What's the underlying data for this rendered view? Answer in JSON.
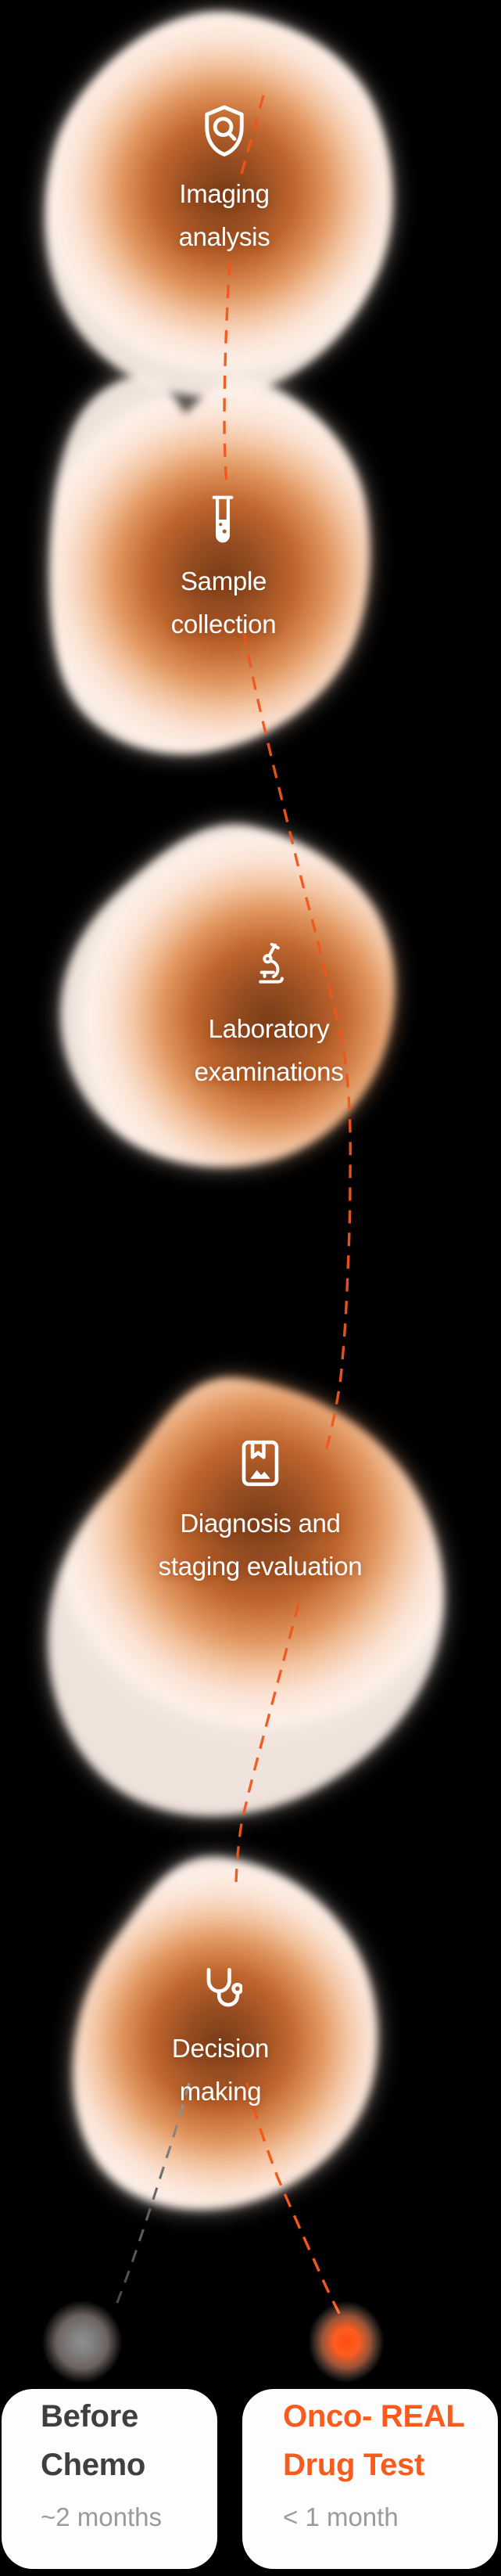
{
  "flow": {
    "steps": [
      {
        "icon": "shield-search-icon",
        "line1": "Imaging",
        "line2": "analysis"
      },
      {
        "icon": "test-tube-icon",
        "line1": "Sample",
        "line2": "collection"
      },
      {
        "icon": "microscope-icon",
        "line1": "Laboratory",
        "line2": "examinations"
      },
      {
        "icon": "book-image-icon",
        "line1": "Diagnosis and",
        "line2": "staging evaluation"
      },
      {
        "icon": "stethoscope-icon",
        "line1": "Decision",
        "line2": "making"
      }
    ]
  },
  "outcomes": {
    "before_chemo": {
      "title_line1": "Before",
      "title_line2": "Chemo",
      "duration": "~2 months"
    },
    "onco_real": {
      "title_line1": "Onco- REAL",
      "title_line2": "Drug Test",
      "duration": "< 1 month"
    }
  },
  "colors": {
    "background": "#000000",
    "connector": "#f4571c",
    "blob_core": "#7a3d18",
    "blob_mid": "#c0662e",
    "blob_glow": "#fbe2d3",
    "step_label": "#ffffff",
    "before_title": "#3f3f3f",
    "onco_title": "#f95a1d",
    "duration_text": "#9a9a9a",
    "card_background": "#fdfdfd",
    "gray_dot": "#848484",
    "orange_dot": "#ff4d0f"
  }
}
